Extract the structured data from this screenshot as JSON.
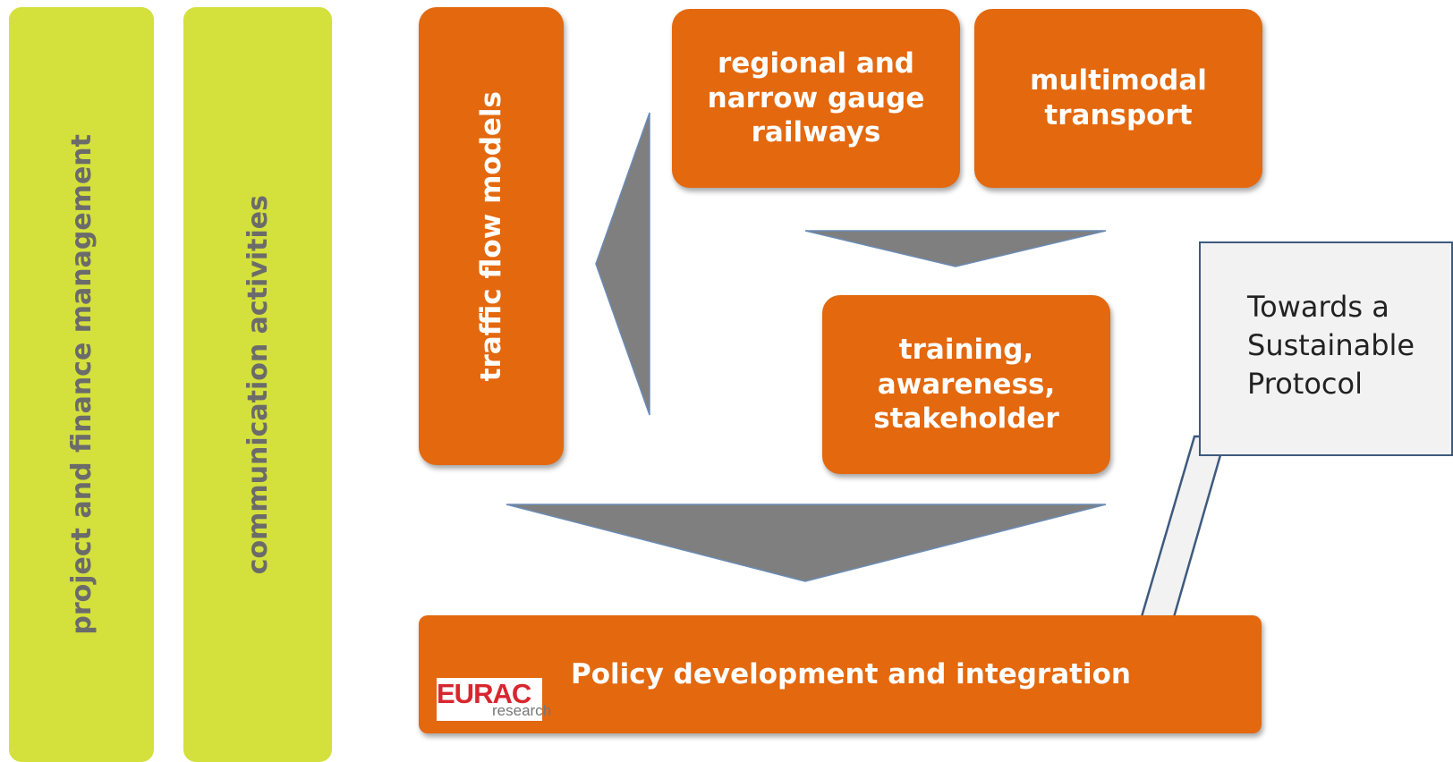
{
  "side_bars": {
    "project": "project and finance management",
    "communication": "communication activities"
  },
  "boxes": {
    "traffic": "traffic flow models",
    "regional": "regional and narrow gauge railways",
    "multimodal": "multimodal transport",
    "training": "training, awareness, stakeholder",
    "policy": "Policy development and integration"
  },
  "callout": {
    "text": "Towards a Sustainable Protocol"
  },
  "logo": {
    "main": "EURAC",
    "sub": "research"
  },
  "colors": {
    "green": "#d4e03c",
    "orange": "#e3680e",
    "arrow_gray": "#7f7f7f",
    "callout_border": "#3e5a7d"
  }
}
